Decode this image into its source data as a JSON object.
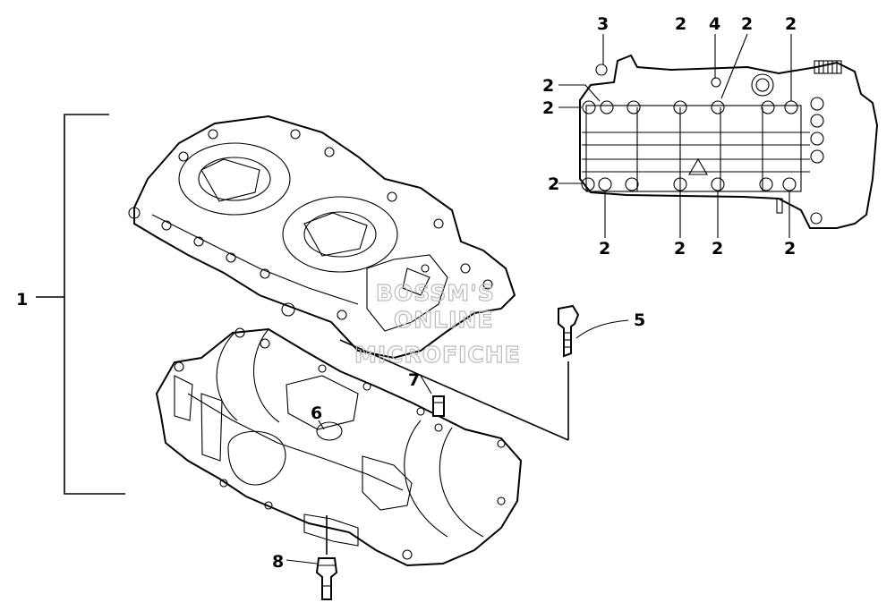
{
  "callouts": {
    "c1": "1",
    "c2": "2",
    "c3": "3",
    "c4": "4",
    "c5": "5",
    "c6": "6",
    "c7": "7",
    "c8": "8"
  },
  "watermark": {
    "line1": "BOSSM'S",
    "line2": "ONLINE",
    "line3": "MICROFICHE"
  }
}
